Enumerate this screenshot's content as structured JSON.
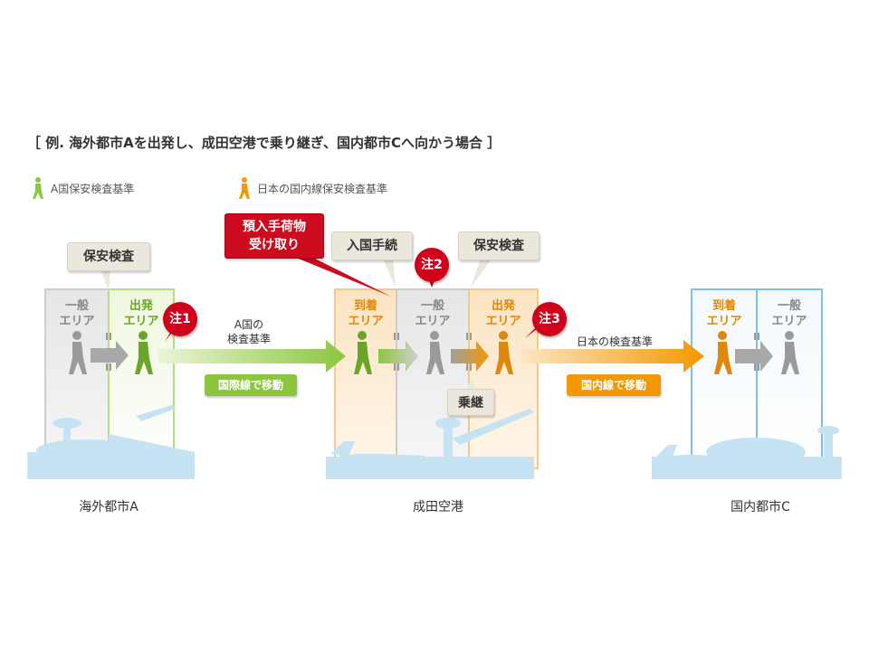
{
  "title": "［ 例. 海外都市Aを出発し、成田空港で乗り継ぎ、国内都市Cへ向かう場合 ］",
  "legend": [
    {
      "label": "A国保安検査基準",
      "color": "#8cc63f"
    },
    {
      "label": "日本の国内線保安検査基準",
      "color": "#f39800"
    }
  ],
  "callouts": {
    "security_a": "保安検査",
    "baggage": [
      "預入手荷物",
      "受け取り"
    ],
    "immigration": "入国手続",
    "security_narita": "保安検査",
    "transit": "乗継"
  },
  "zones": {
    "general_a": [
      "一般",
      "エリア"
    ],
    "departure_a": [
      "出発",
      "エリア"
    ],
    "arrival_narita": [
      "到着",
      "エリア"
    ],
    "general_narita": [
      "一般",
      "エリア"
    ],
    "departure_narita": [
      "出発",
      "エリア"
    ],
    "arrival_c": [
      "到着",
      "エリア"
    ],
    "general_c": [
      "一般",
      "エリア"
    ]
  },
  "notes": [
    "注1",
    "注2",
    "注3"
  ],
  "flows": {
    "intl_label": [
      "A国の",
      "検査基準"
    ],
    "intl_pill": "国際線で移動",
    "dom_label": "日本の検査基準",
    "dom_pill": "国内線で移動"
  },
  "cities": [
    "海外都市A",
    "成田空港",
    "国内都市C"
  ],
  "colors": {
    "green": "#8cc63f",
    "orange": "#f39800",
    "blue": "#6fb8e0",
    "red": "#d0021b",
    "gray": "#c8c8c8",
    "silhouette": "#c5e3f3"
  }
}
